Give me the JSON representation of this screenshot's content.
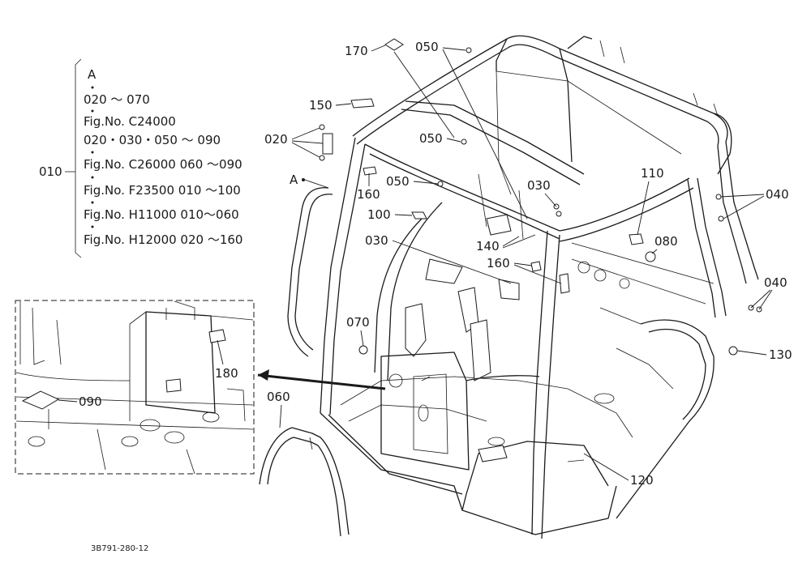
{
  "reference_block": {
    "item": "010",
    "anchor": "A",
    "lines": [
      "020 ～ 070",
      "Fig.No. C24000",
      "020・030・050 ～ 090",
      "Fig.No. C26000  060 ～090",
      "Fig.No. F23500  010 ～100",
      "Fig.No. H11000  010～060",
      "Fig.No. H12000  020 ～160"
    ]
  },
  "callouts": {
    "p170": "170",
    "p050a": "050",
    "p150": "150",
    "p020": "020",
    "p050b": "050",
    "pA": "A",
    "p160a": "160",
    "p050c": "050",
    "p030a": "030",
    "p110": "110",
    "p040a": "040",
    "p100": "100",
    "p140": "140",
    "p080": "080",
    "p030b": "030",
    "p160b": "160",
    "p040b": "040",
    "p070": "070",
    "p130": "130",
    "p180": "180",
    "p090": "090",
    "p060": "060",
    "p120": "120"
  },
  "drawing_code": "3B791-280-12",
  "colors": {
    "ink": "#1a1a1a",
    "paper": "#ffffff"
  }
}
